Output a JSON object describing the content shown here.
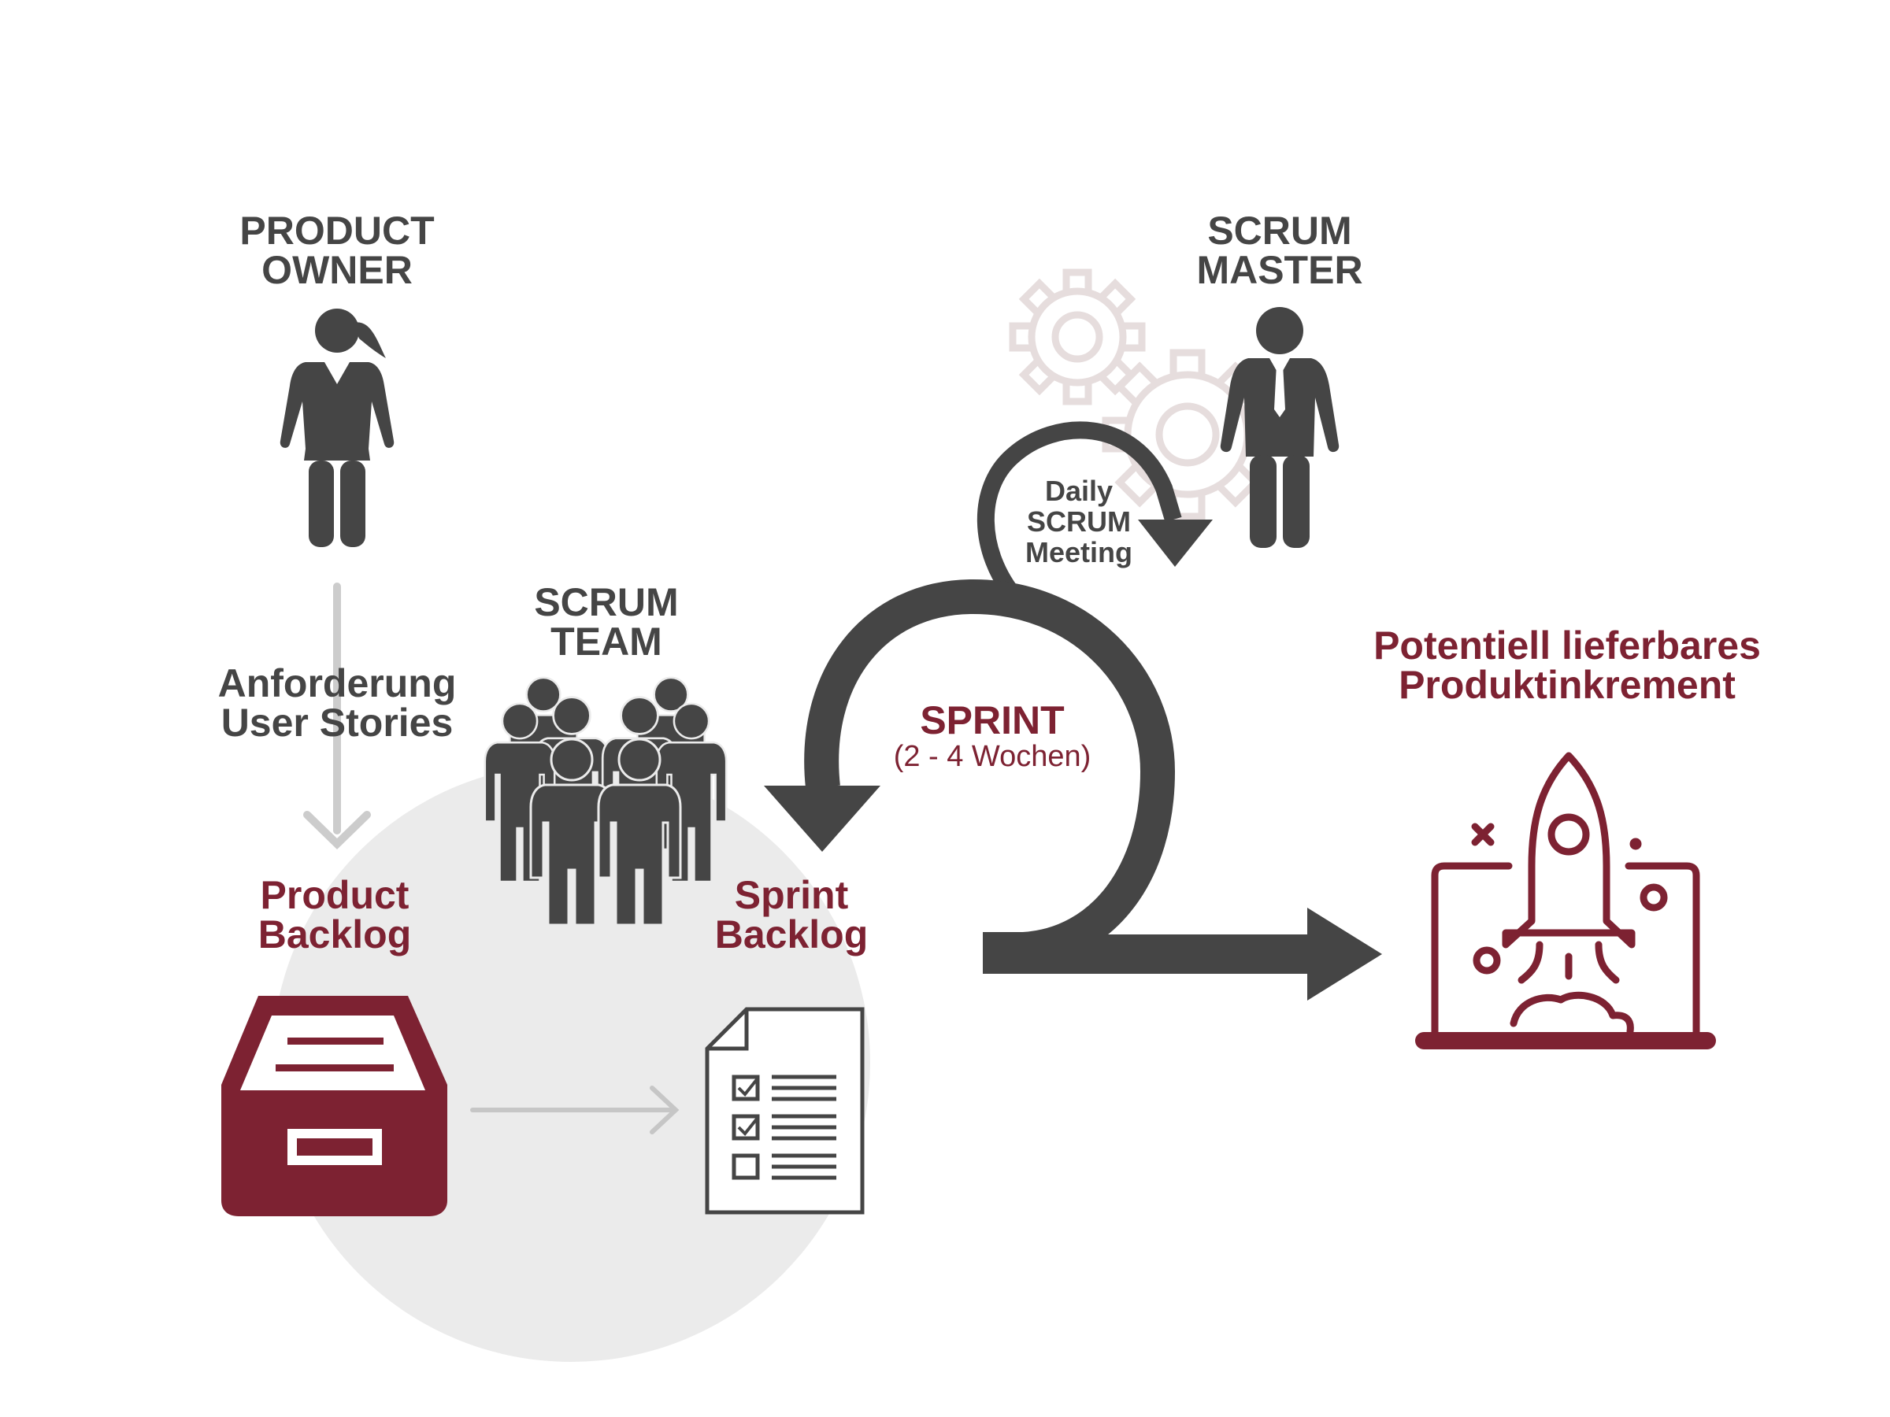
{
  "labels": {
    "product_owner": [
      "PRODUCT",
      "OWNER"
    ],
    "scrum_master": [
      "SCRUM",
      "MASTER"
    ],
    "scrum_team": [
      "SCRUM",
      "TEAM"
    ],
    "requirement": [
      "Anforderung",
      "User Stories"
    ],
    "product_backlog": [
      "Product",
      "Backlog"
    ],
    "sprint_backlog": [
      "Sprint",
      "Backlog"
    ],
    "sprint_title": "SPRINT",
    "sprint_duration": "(2 - 4 Wochen)",
    "daily_meeting": [
      "Daily",
      "SCRUM",
      "Meeting"
    ],
    "increment": [
      "Potentiell lieferbares",
      "Produktinkrement"
    ]
  },
  "icons": {
    "product_owner": "woman-icon",
    "scrum_master": "man-icon",
    "scrum_team": "team-icon",
    "product_backlog": "archive-box-icon",
    "sprint_backlog": "checklist-icon",
    "gears": "gears-icon",
    "increment": "rocket-laptop-icon"
  },
  "colors": {
    "dark": "#454545",
    "accent": "#7d2232",
    "light_gray": "#cccccc",
    "circle_bg": "#ebebeb",
    "gear": "#e6dddd"
  }
}
